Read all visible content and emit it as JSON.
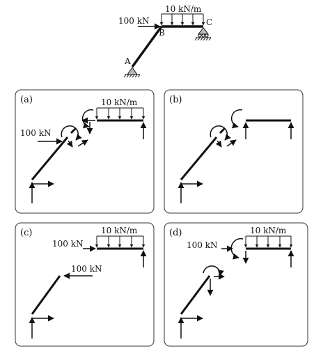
{
  "top_frame": {
    "load_label": "10 kN/m",
    "point_load_label": "100 kN",
    "node_a": "A",
    "node_b": "B",
    "node_c": "C"
  },
  "panels": [
    {
      "tag": "(a)",
      "dist_label": "10 kN/m",
      "point_label": "100 kN"
    },
    {
      "tag": "(b)"
    },
    {
      "tag": "(c)",
      "dist_label": "10 kN/m",
      "point_label_top": "100 kN",
      "point_label_mid": "100 kN"
    },
    {
      "tag": "(d)",
      "dist_label": "10 kN/m",
      "point_label": "100 kN"
    }
  ],
  "colors": {
    "ink": "#111111",
    "panel_border": "#333333",
    "background": "#ffffff"
  }
}
